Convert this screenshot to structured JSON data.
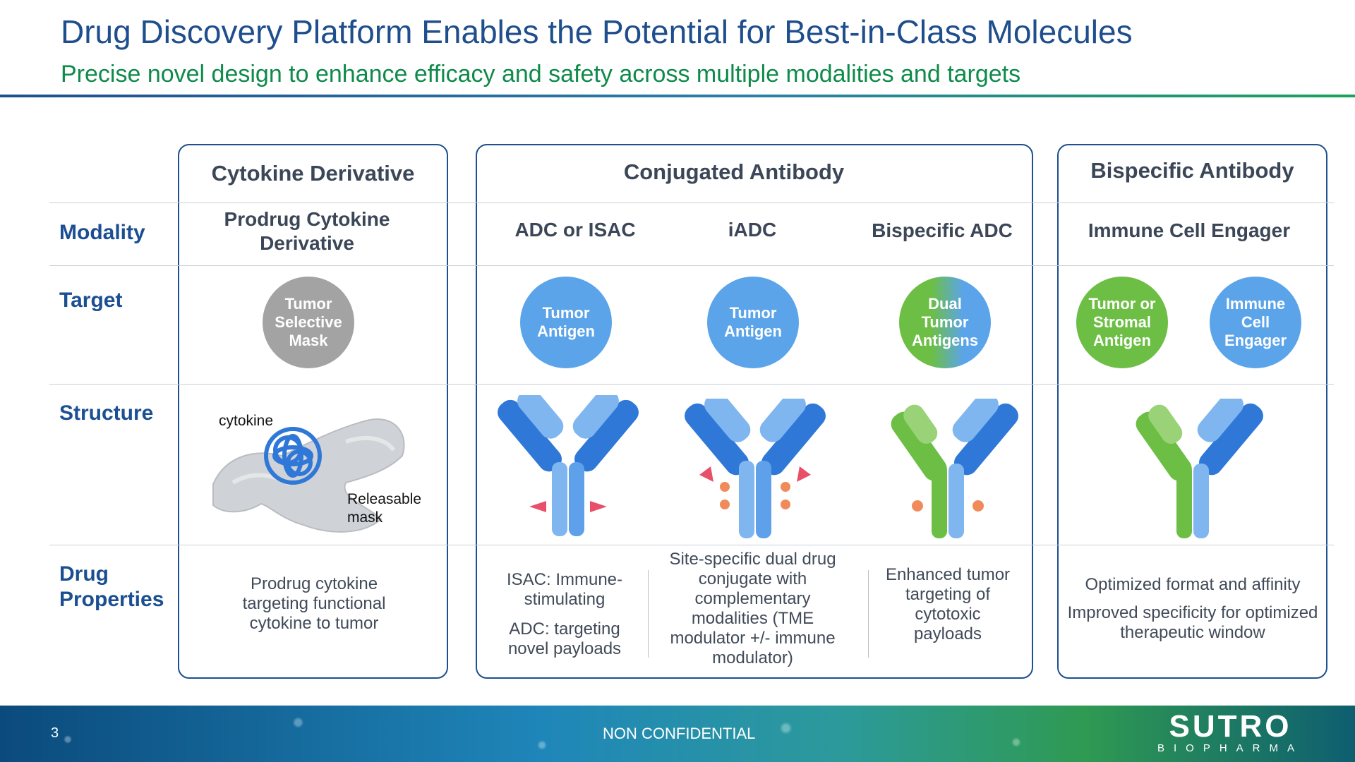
{
  "header": {
    "title": "Drug Discovery Platform Enables the Potential for Best-in-Class Molecules",
    "subtitle": "Precise novel design to enhance efficacy and safety across multiple modalities and targets"
  },
  "row_labels": {
    "modality": "Modality",
    "target": "Target",
    "structure": "Structure",
    "drug_properties": "Drug Properties"
  },
  "groups": {
    "cytokine": {
      "heading": "Cytokine Derivative",
      "modality": "Prodrug Cytokine Derivative",
      "target": "Tumor Selective Mask",
      "structure_labels": {
        "cytokine": "cytokine",
        "mask": "Releasable mask"
      },
      "properties": "Prodrug cytokine targeting functional cytokine to tumor"
    },
    "conjugated": {
      "heading": "Conjugated Antibody",
      "columns": [
        {
          "modality": "ADC or ISAC",
          "target": "Tumor Antigen",
          "properties_1": "ISAC: Immune-stimulating",
          "properties_2": "ADC: targeting novel payloads"
        },
        {
          "modality": "iADC",
          "target": "Tumor Antigen",
          "properties": "Site-specific dual drug conjugate with complementary modalities (TME modulator +/- immune modulator)"
        },
        {
          "modality": "Bispecific ADC",
          "target": "Dual Tumor Antigens",
          "properties": "Enhanced tumor targeting of cytotoxic payloads"
        }
      ]
    },
    "bispecific": {
      "heading": "Bispecific Antibody",
      "modality": "Immune Cell Engager",
      "targets": [
        "Tumor or Stromal Antigen",
        "Immune Cell Engager"
      ],
      "properties_1": "Optimized format and affinity",
      "properties_2": "Improved specificity for optimized therapeutic window"
    }
  },
  "footer": {
    "page_number": "3",
    "classification": "NON CONFIDENTIAL",
    "logo_main": "SUTRO",
    "logo_sub": "BIOPHARMA"
  },
  "colors": {
    "title_blue": "#1f4e8c",
    "subtitle_green": "#0e8a4a",
    "target_blue": "#5ba4ea",
    "target_gray": "#a3a3a3",
    "target_green": "#6cbf44"
  }
}
